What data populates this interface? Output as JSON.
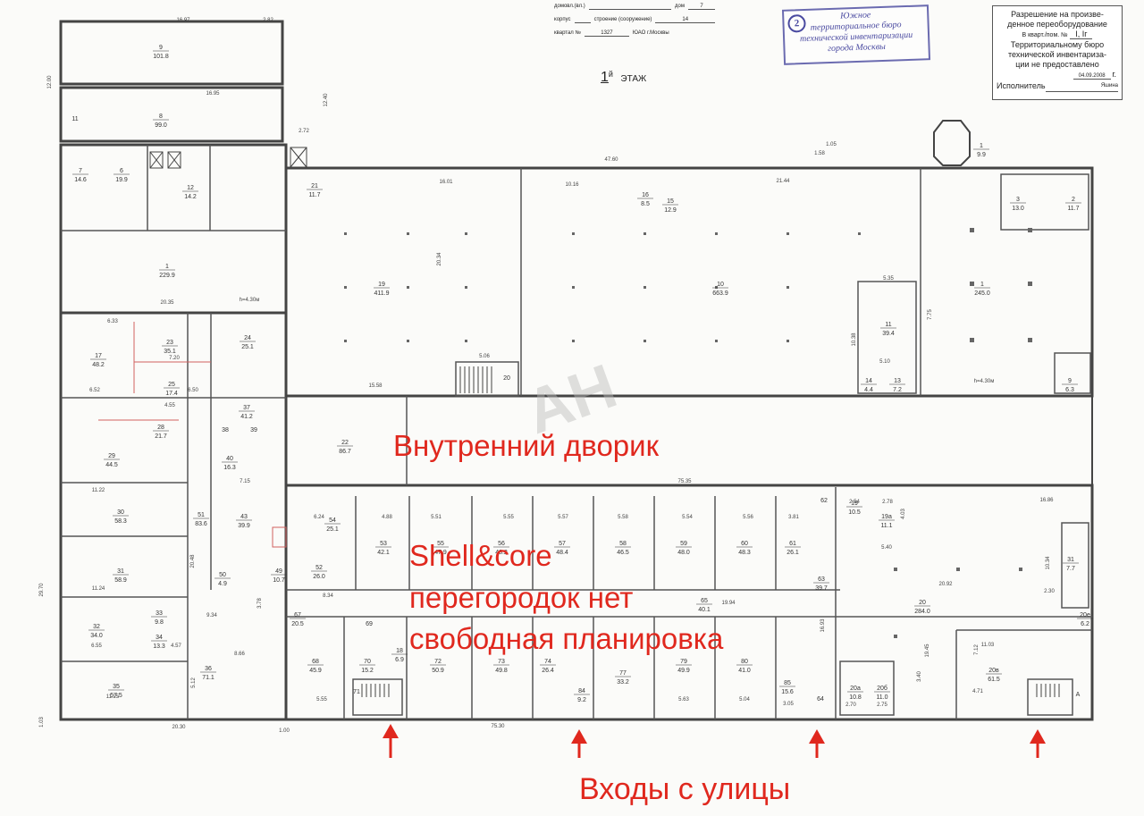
{
  "header": {
    "field_domovl": "домовл.(вл.)",
    "field_dom": "дом",
    "dom_value": "7",
    "field_korpus": "корпус",
    "field_stroenie": "строение (сооружение)",
    "stroenie_value": "14",
    "field_kvartal": "квартал №",
    "kvartal_value": "1327",
    "district": "ЮАО г.Москвы"
  },
  "stamp": {
    "number": "2",
    "line1": "Южное",
    "line2": "территориальное бюро",
    "line3": "технической инвентаризации",
    "line4": "города Москвы"
  },
  "floor_label": {
    "number": "1",
    "suffix": "й",
    "text": "ЭТАЖ"
  },
  "permit_box": {
    "line1": "Разрешение на произве-",
    "line2": "денное переоборудование",
    "line3": "В кварт./пом. №",
    "line3_value": "I, Iг",
    "line4": "Территориальному бюро",
    "line5": "технической инвентариза-",
    "line6": "ции не предоставлено",
    "date": "04.09.2008",
    "year_suffix": "г.",
    "executor_label": "Исполнитель",
    "executor_name": "Яшина"
  },
  "watermark": "АН",
  "overlays": {
    "courtyard": "Внутренний дворик",
    "shell_line1": "Shell&core",
    "shell_line2": "перегородок нет",
    "shell_line3": "свободная планировка",
    "entrances": "Входы с улицы"
  },
  "colors": {
    "overlay_red": "#e0281e",
    "stamp_blue": "#4a4aa0",
    "wall": "#444444",
    "red_lines": "#d06060"
  },
  "rooms": [
    {
      "no": "9",
      "area": "101.8"
    },
    {
      "no": "8",
      "area": "99.0"
    },
    {
      "no": "11",
      "area": ""
    },
    {
      "no": "7",
      "area": "14.6"
    },
    {
      "no": "6",
      "area": "19.9"
    },
    {
      "no": "12",
      "area": "14.2"
    },
    {
      "no": "1",
      "area": "229.9"
    },
    {
      "no": "21",
      "area": "11.7"
    },
    {
      "no": "19",
      "area": "411.9"
    },
    {
      "no": "16",
      "area": "8.5"
    },
    {
      "no": "15",
      "area": "12.9"
    },
    {
      "no": "10",
      "area": "663.9"
    },
    {
      "no": "1",
      "area": "245.0"
    },
    {
      "no": "3",
      "area": "13.0"
    },
    {
      "no": "2",
      "area": "11.7"
    },
    {
      "no": "11",
      "area": "39.4"
    },
    {
      "no": "14",
      "area": "4.4"
    },
    {
      "no": "13",
      "area": "7.2"
    },
    {
      "no": "9",
      "area": "6.3"
    },
    {
      "no": "20",
      "area": ""
    },
    {
      "no": "23",
      "area": "35.1"
    },
    {
      "no": "24",
      "area": "25.1"
    },
    {
      "no": "17",
      "area": "48.2"
    },
    {
      "no": "25",
      "area": "17.4"
    },
    {
      "no": "37",
      "area": "41.2"
    },
    {
      "no": "22",
      "area": "86.7"
    },
    {
      "no": "28",
      "area": "21.7"
    },
    {
      "no": "29",
      "area": "44.5"
    },
    {
      "no": "38",
      "area": ""
    },
    {
      "no": "39",
      "area": ""
    },
    {
      "no": "40",
      "area": "16.3"
    },
    {
      "no": "30",
      "area": "58.3"
    },
    {
      "no": "43",
      "area": "39.9"
    },
    {
      "no": "51",
      "area": "83.6"
    },
    {
      "no": "31",
      "area": "58.9"
    },
    {
      "no": "52",
      "area": "26.0"
    },
    {
      "no": "53",
      "area": "42.1"
    },
    {
      "no": "55",
      "area": "47.9"
    },
    {
      "no": "56",
      "area": "48.2"
    },
    {
      "no": "57",
      "area": "48.4"
    },
    {
      "no": "58",
      "area": "46.5"
    },
    {
      "no": "59",
      "area": "48.0"
    },
    {
      "no": "60",
      "area": "48.3"
    },
    {
      "no": "61",
      "area": "26.1"
    },
    {
      "no": "19",
      "area": "10.5"
    },
    {
      "no": "19а",
      "area": "11.1"
    },
    {
      "no": "31",
      "area": "7.7"
    },
    {
      "no": "20",
      "area": "284.0"
    },
    {
      "no": "63",
      "area": "39.7"
    },
    {
      "no": "65",
      "area": "40.1"
    },
    {
      "no": "67",
      "area": "20.5"
    },
    {
      "no": "32",
      "area": "34.0"
    },
    {
      "no": "33",
      "area": "9.8"
    },
    {
      "no": "34",
      "area": "13.3"
    },
    {
      "no": "36",
      "area": "71.1"
    },
    {
      "no": "68",
      "area": "45.9"
    },
    {
      "no": "69",
      "area": ""
    },
    {
      "no": "70",
      "area": "15.2"
    },
    {
      "no": "72",
      "area": "50.9"
    },
    {
      "no": "73",
      "area": "49.8"
    },
    {
      "no": "74",
      "area": "26.4"
    },
    {
      "no": "77",
      "area": "33.2"
    },
    {
      "no": "79",
      "area": "49.9"
    },
    {
      "no": "80",
      "area": "41.0"
    },
    {
      "no": "35",
      "area": "57.5"
    },
    {
      "no": "71",
      "area": ""
    },
    {
      "no": "85",
      "area": "15.6"
    },
    {
      "no": "64",
      "area": ""
    },
    {
      "no": "20а",
      "area": "10.8"
    },
    {
      "no": "20б",
      "area": "11.0"
    },
    {
      "no": "20в",
      "area": "61.5"
    },
    {
      "no": "20е",
      "area": "6.2"
    },
    {
      "no": "18",
      "area": "6.9"
    },
    {
      "no": "1",
      "area": "9.9"
    },
    {
      "no": "50",
      "area": "4.9"
    },
    {
      "no": "49",
      "area": "10.7"
    },
    {
      "no": "54",
      "area": "25.1"
    },
    {
      "no": "62",
      "area": ""
    },
    {
      "no": "84",
      "area": "9.2"
    },
    {
      "no": "А",
      "area": ""
    }
  ],
  "dims": {
    "d1": "16.97",
    "d2": "2.82",
    "d3": "16.95",
    "d4": "12.00",
    "d5": "12.40",
    "d6": "2.72",
    "d7": "47.60",
    "d8": "16.01",
    "d9": "10.16",
    "d10": "21.44",
    "d11": "1.05",
    "d12": "1.58",
    "d13": "20.35",
    "d14": "20.34",
    "d15": "75.35",
    "d16": "75.30",
    "d17": "20.30",
    "d18": "29.70",
    "d19": "16.86",
    "d20": "20.92",
    "d21": "19.45",
    "d22": "11.03",
    "d23": "15.58",
    "d24": "5.06",
    "d25": "7.75",
    "d26": "5.35",
    "d27": "5.10",
    "d28": "10.38",
    "d29": "8.34",
    "d30": "19.94",
    "d31": "11.22",
    "d32": "11.24",
    "d33": "11.25",
    "d34": "6.33",
    "d35": "7.20",
    "d36": "6.52",
    "d37": "6.50",
    "d38": "4.55",
    "d39": "9.34",
    "d40": "8.66",
    "d41": "5.55",
    "d42": "5.63",
    "d43": "5.04",
    "d44": "3.05",
    "d45": "1.00",
    "d46": "1.03",
    "d47": "6.55",
    "d48": "4.57",
    "d49": "5.12",
    "d50": "20.48",
    "d51": "3.78",
    "d52": "7.15",
    "d53": "6.24",
    "d54": "4.88",
    "d55": "5.51",
    "d56": "5.55",
    "d57": "5.57",
    "d58": "5.58",
    "d59": "5.54",
    "d60": "5.56",
    "d61": "3.81",
    "d62": "2.54",
    "d63": "2.78",
    "d64": "4.03",
    "d65": "10.34",
    "d66": "2.30",
    "d67": "4.71",
    "d68": "7.12",
    "d69": "2.70",
    "d70": "2.75",
    "d71": "3.40",
    "d72": "16.93",
    "d73": "5.40",
    "d74": "h=4.30м",
    "d75": "h=4.30м"
  }
}
